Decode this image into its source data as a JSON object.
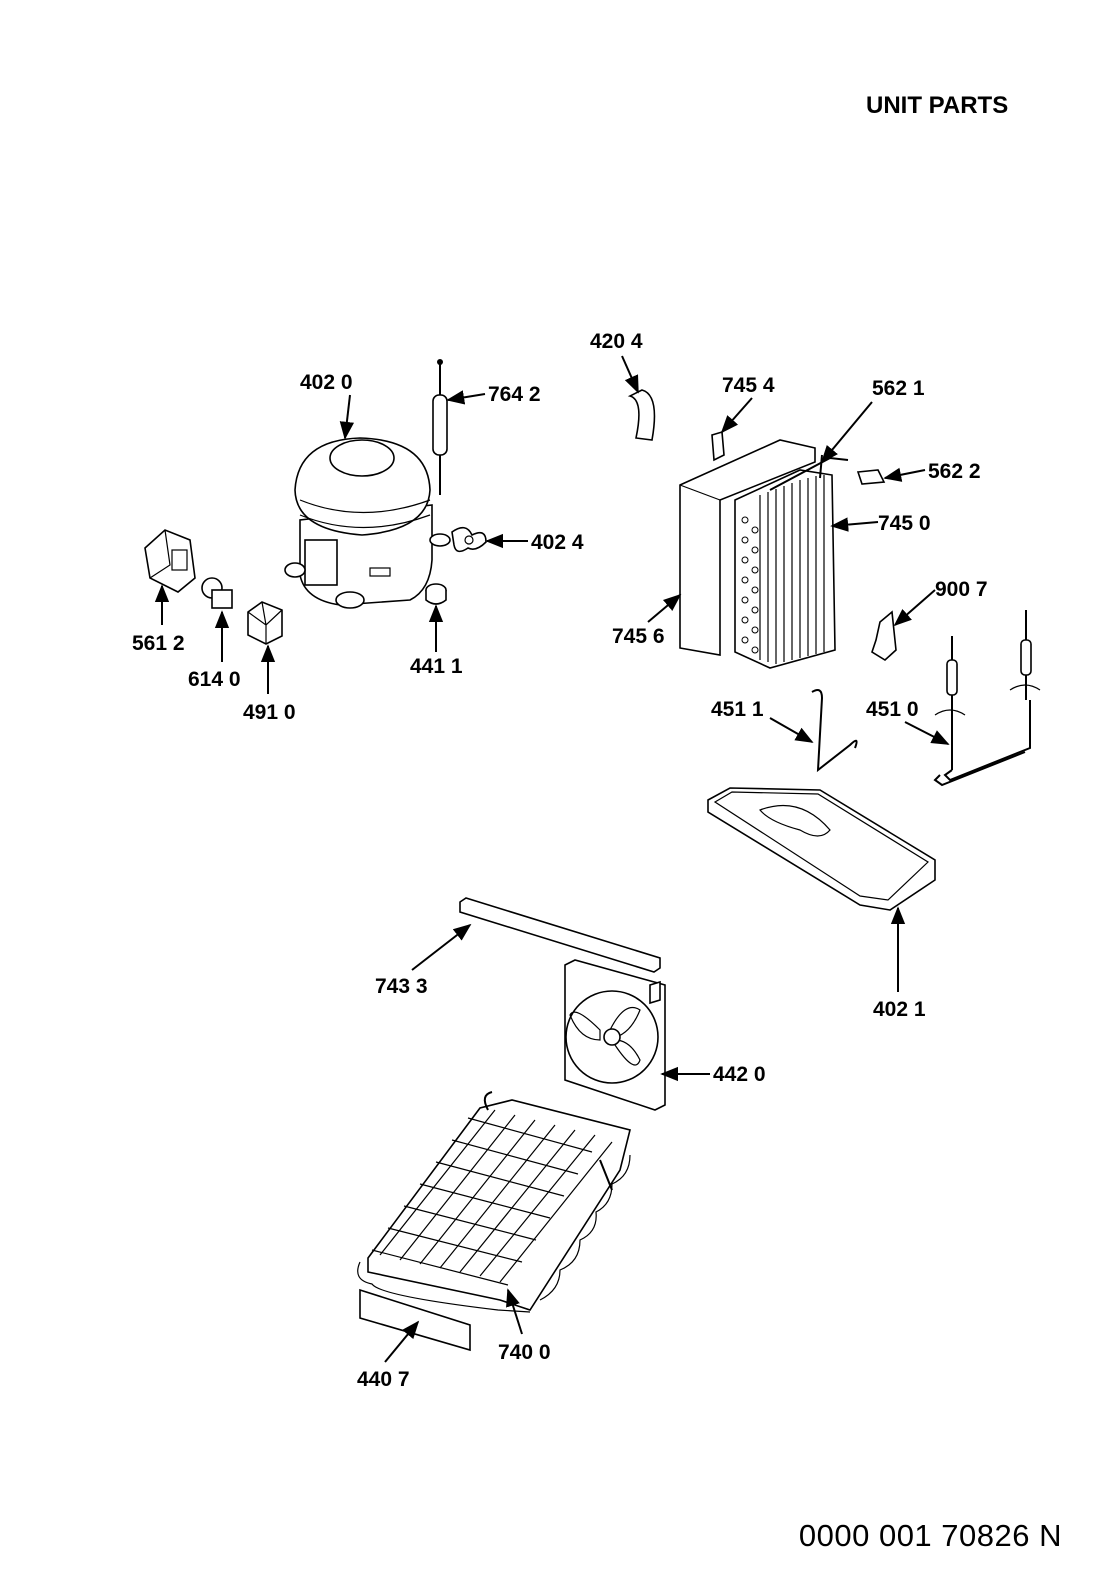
{
  "title": "UNIT PARTS",
  "document_number": "0000 001 70826 N",
  "callouts": [
    {
      "id": "c4020",
      "label": "402 0"
    },
    {
      "id": "c7642",
      "label": "764 2"
    },
    {
      "id": "c4204",
      "label": "420 4"
    },
    {
      "id": "c7454",
      "label": "745 4"
    },
    {
      "id": "c5621",
      "label": "562 1"
    },
    {
      "id": "c5622",
      "label": "562 2"
    },
    {
      "id": "c7450",
      "label": "745 0"
    },
    {
      "id": "c4024",
      "label": "402 4"
    },
    {
      "id": "c5612",
      "label": "561 2"
    },
    {
      "id": "c6140",
      "label": "614 0"
    },
    {
      "id": "c4910",
      "label": "491 0"
    },
    {
      "id": "c4411",
      "label": "441 1"
    },
    {
      "id": "c7456",
      "label": "745 6"
    },
    {
      "id": "c9007",
      "label": "900 7"
    },
    {
      "id": "c4511",
      "label": "451 1"
    },
    {
      "id": "c4510",
      "label": "451 0"
    },
    {
      "id": "c4021",
      "label": "402 1"
    },
    {
      "id": "c7433",
      "label": "743 3"
    },
    {
      "id": "c4420",
      "label": "442 0"
    },
    {
      "id": "c7400",
      "label": "740 0"
    },
    {
      "id": "c4407",
      "label": "440 7"
    }
  ]
}
